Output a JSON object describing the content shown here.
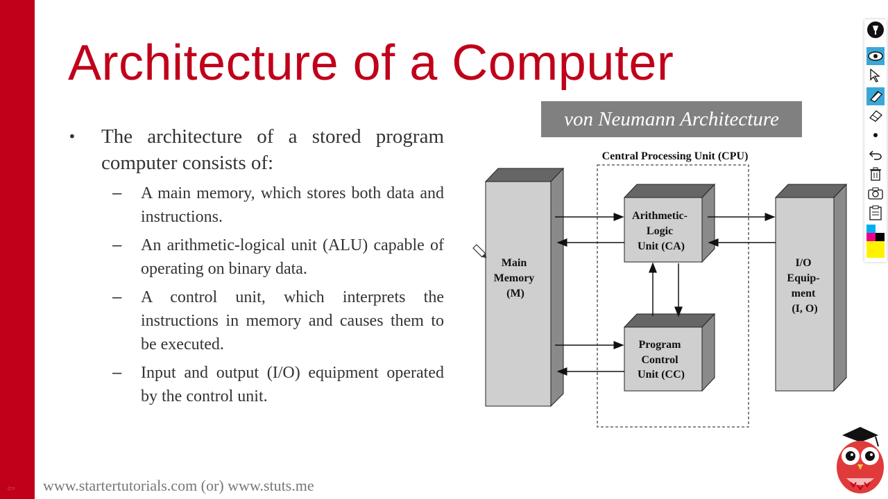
{
  "slide": {
    "title": "Architecture of a Computer",
    "bullet": "•",
    "lead_text": "The architecture of a stored program computer consists of:",
    "sub_items": [
      {
        "dash": "–",
        "text": "A main memory, which stores both data and instructions."
      },
      {
        "dash": "–",
        "text": "An arithmetic-logical unit (ALU) capable of operating on binary data."
      },
      {
        "dash": "–",
        "text": "A control unit, which interprets the instructions in memory and causes them to be executed."
      },
      {
        "dash": "–",
        "text": "Input and output (I/O) equipment operated by the control unit."
      }
    ],
    "footer": "www.startertutorials.com (or) www.stuts.me"
  },
  "diagram": {
    "banner": "von Neumann Architecture",
    "cpu_label": "Central Processing Unit (CPU)",
    "main_memory": [
      "Main",
      "Memory",
      "(M)"
    ],
    "alu": [
      "Arithmetic-",
      "Logic",
      "Unit (CA)"
    ],
    "pcu": [
      "Program",
      "Control",
      "Unit (CC)"
    ],
    "io": [
      "I/O",
      "Equip-",
      "ment",
      "(I, O)"
    ]
  },
  "toolbar": {
    "tools": [
      "pen-logo-icon",
      "eye-icon",
      "pointer-icon",
      "highlighter-icon",
      "eraser-icon",
      "dot-icon",
      "undo-icon",
      "trash-icon",
      "camera-icon",
      "clipboard-icon",
      "color-palette-icon"
    ],
    "active_color": "#3aa7d8",
    "palette": [
      "#00aeef",
      "#ec008c",
      "#000000",
      "#fff200"
    ]
  },
  "colors": {
    "accent": "#c0001a",
    "banner": "#808080"
  }
}
